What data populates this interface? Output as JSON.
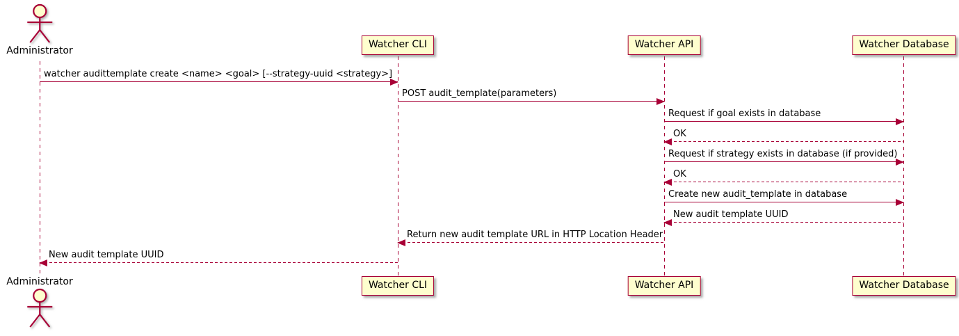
{
  "diagram": {
    "type": "uml-sequence"
  },
  "colors": {
    "stroke": "#A80036",
    "participant_fill": "#FEFECE",
    "text_color": "#000000",
    "bg": "#FFFFFF"
  },
  "participants": [
    {
      "id": "administrator",
      "label": "Administrator",
      "kind": "actor"
    },
    {
      "id": "watcher-cli",
      "label": "Watcher CLI",
      "kind": "participant"
    },
    {
      "id": "watcher-api",
      "label": "Watcher API",
      "kind": "participant"
    },
    {
      "id": "watcher-database",
      "label": "Watcher Database",
      "kind": "participant"
    }
  ],
  "messages": [
    {
      "from": "Administrator",
      "to": "Watcher CLI",
      "label": "watcher audittemplate create <name> <goal> [--strategy-uuid <strategy>]",
      "line": "solid"
    },
    {
      "from": "Watcher CLI",
      "to": "Watcher API",
      "label": "POST audit_template(parameters)",
      "line": "solid"
    },
    {
      "from": "Watcher API",
      "to": "Watcher Database",
      "label": "Request if goal exists in database",
      "line": "solid"
    },
    {
      "from": "Watcher Database",
      "to": "Watcher API",
      "label": "OK",
      "line": "dashed"
    },
    {
      "from": "Watcher API",
      "to": "Watcher Database",
      "label": "Request if strategy exists in database (if provided)",
      "line": "solid"
    },
    {
      "from": "Watcher Database",
      "to": "Watcher API",
      "label": "OK",
      "line": "dashed"
    },
    {
      "from": "Watcher API",
      "to": "Watcher Database",
      "label": "Create new audit_template in database",
      "line": "solid"
    },
    {
      "from": "Watcher Database",
      "to": "Watcher API",
      "label": "New audit template UUID",
      "line": "dashed"
    },
    {
      "from": "Watcher API",
      "to": "Watcher CLI",
      "label": "Return new audit template URL in HTTP Location Header",
      "line": "dashed"
    },
    {
      "from": "Watcher CLI",
      "to": "Administrator",
      "label": "New audit template UUID",
      "line": "dashed"
    }
  ]
}
